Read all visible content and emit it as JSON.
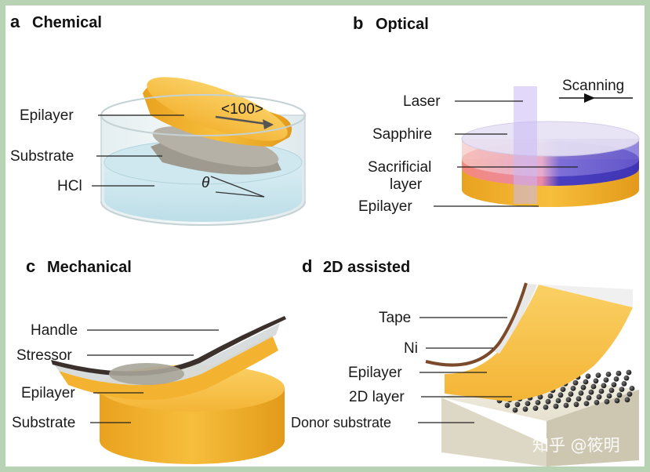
{
  "panels": {
    "a": {
      "letter": "a",
      "title": "Chemical",
      "labels": {
        "epilayer": "Epilayer",
        "substrate": "Substrate",
        "hcl": "HCl",
        "direction": "<100>",
        "angle": "θ"
      }
    },
    "b": {
      "letter": "b",
      "title": "Optical",
      "labels": {
        "laser": "Laser",
        "scanning": "Scanning",
        "sapphire": "Sapphire",
        "sacrificial_1": "Sacrificial",
        "sacrificial_2": "layer",
        "epilayer": "Epilayer"
      }
    },
    "c": {
      "letter": "c",
      "title": "Mechanical",
      "labels": {
        "handle": "Handle",
        "stressor": "Stressor",
        "epilayer": "Epilayer",
        "substrate": "Substrate"
      }
    },
    "d": {
      "letter": "d",
      "title": "2D assisted",
      "labels": {
        "tape": "Tape",
        "ni": "Ni",
        "epilayer": "Epilayer",
        "layer_2d": "2D layer",
        "donor_substrate": "Donor substrate"
      }
    }
  },
  "watermark": "知乎 @筱明",
  "colors": {
    "epilayer": "#f3b331",
    "epilayer_dark": "#e09a1c",
    "substrate_grey": "#a9a59a",
    "liquid": "#bfe0ea",
    "sapphire": "#c9c3ea",
    "sacrificial": "#5a4fc4",
    "laser": "#c9b8f5",
    "donor": "#e9e5d6",
    "frame": "#b7d3b4"
  }
}
